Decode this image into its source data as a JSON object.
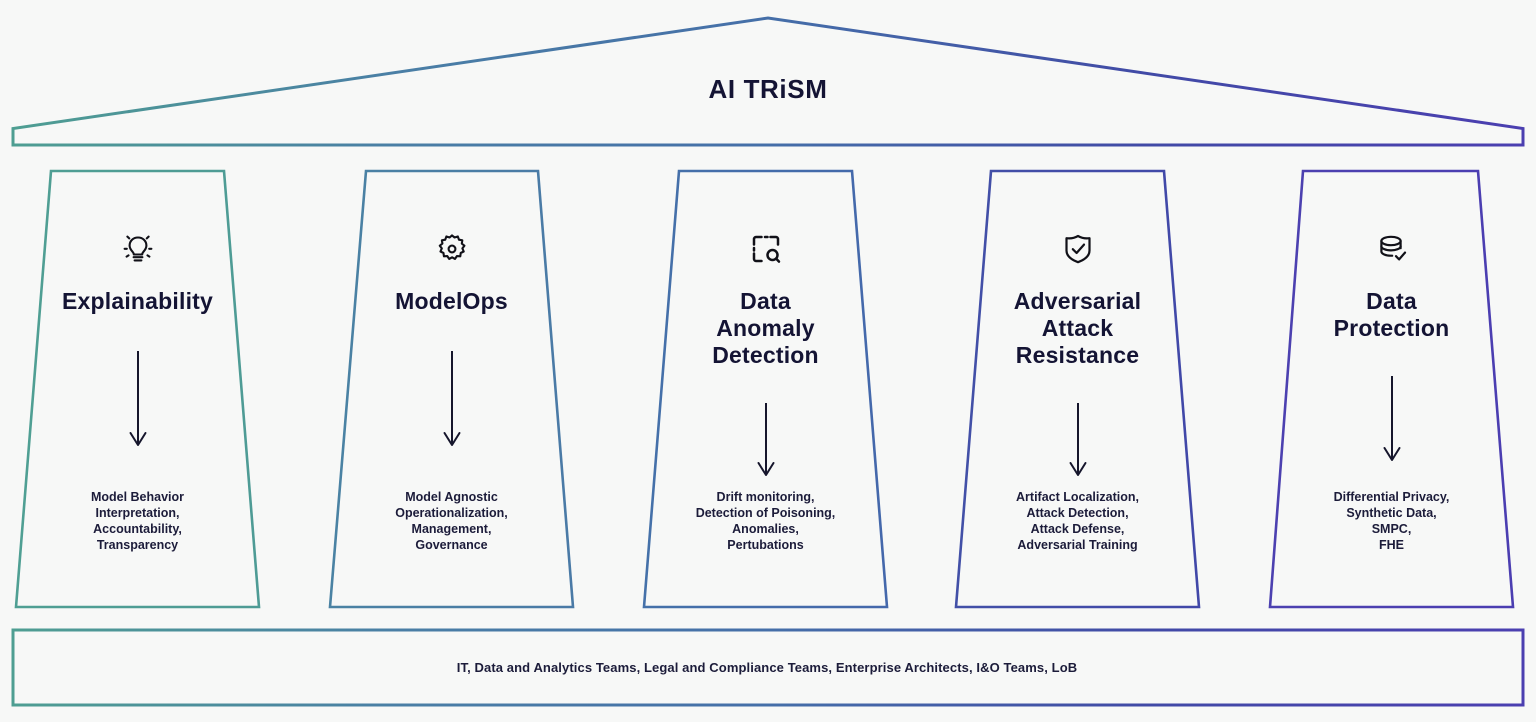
{
  "diagram": {
    "title": "AI TRiSM",
    "type": "temple-pillars-framework",
    "background_color": "#f7f8f7",
    "text_color": "#141434",
    "gradient": {
      "from": "#4e9e92",
      "mid": "#4a6ca8",
      "to": "#4b43ae"
    },
    "roof": {
      "title": "AI TRiSM"
    },
    "pillars": [
      {
        "id": "explainability",
        "icon": "lightbulb-icon",
        "title": "Explainability",
        "arrow": "down-arrow-icon",
        "description": "Model Behavior\nInterpretation,\nAccountability,\nTransparency",
        "color": "#4e9e92"
      },
      {
        "id": "modelops",
        "icon": "gear-icon",
        "title": "ModelOps",
        "arrow": "down-arrow-icon",
        "description": "Model Agnostic\nOperationalization,\nManagement,\nGovernance",
        "color": "#4a7fa5"
      },
      {
        "id": "data-anomaly-detection",
        "icon": "scan-search-icon",
        "title": "Data\nAnomaly\nDetection",
        "arrow": "down-arrow-icon",
        "description": "Drift monitoring,\nDetection of Poisoning,\nAnomalies,\nPertubations",
        "color": "#456fa8"
      },
      {
        "id": "adversarial-attack-resistance",
        "icon": "shield-check-icon",
        "title": "Adversarial\nAttack\nResistance",
        "arrow": "down-arrow-icon",
        "description": "Artifact Localization,\nAttack Detection,\nAttack Defense,\nAdversarial Training",
        "color": "#414aa6"
      },
      {
        "id": "data-protection",
        "icon": "database-check-icon",
        "title": "Data\nProtection",
        "arrow": "down-arrow-icon",
        "description": "Differential Privacy,\nSynthetic Data,\nSMPC,\nFHE",
        "color": "#4b3fb0"
      }
    ],
    "base": {
      "label": "IT, Data and Analytics Teams, Legal and Compliance Teams, Enterprise Architects, I&O Teams, LoB"
    }
  }
}
